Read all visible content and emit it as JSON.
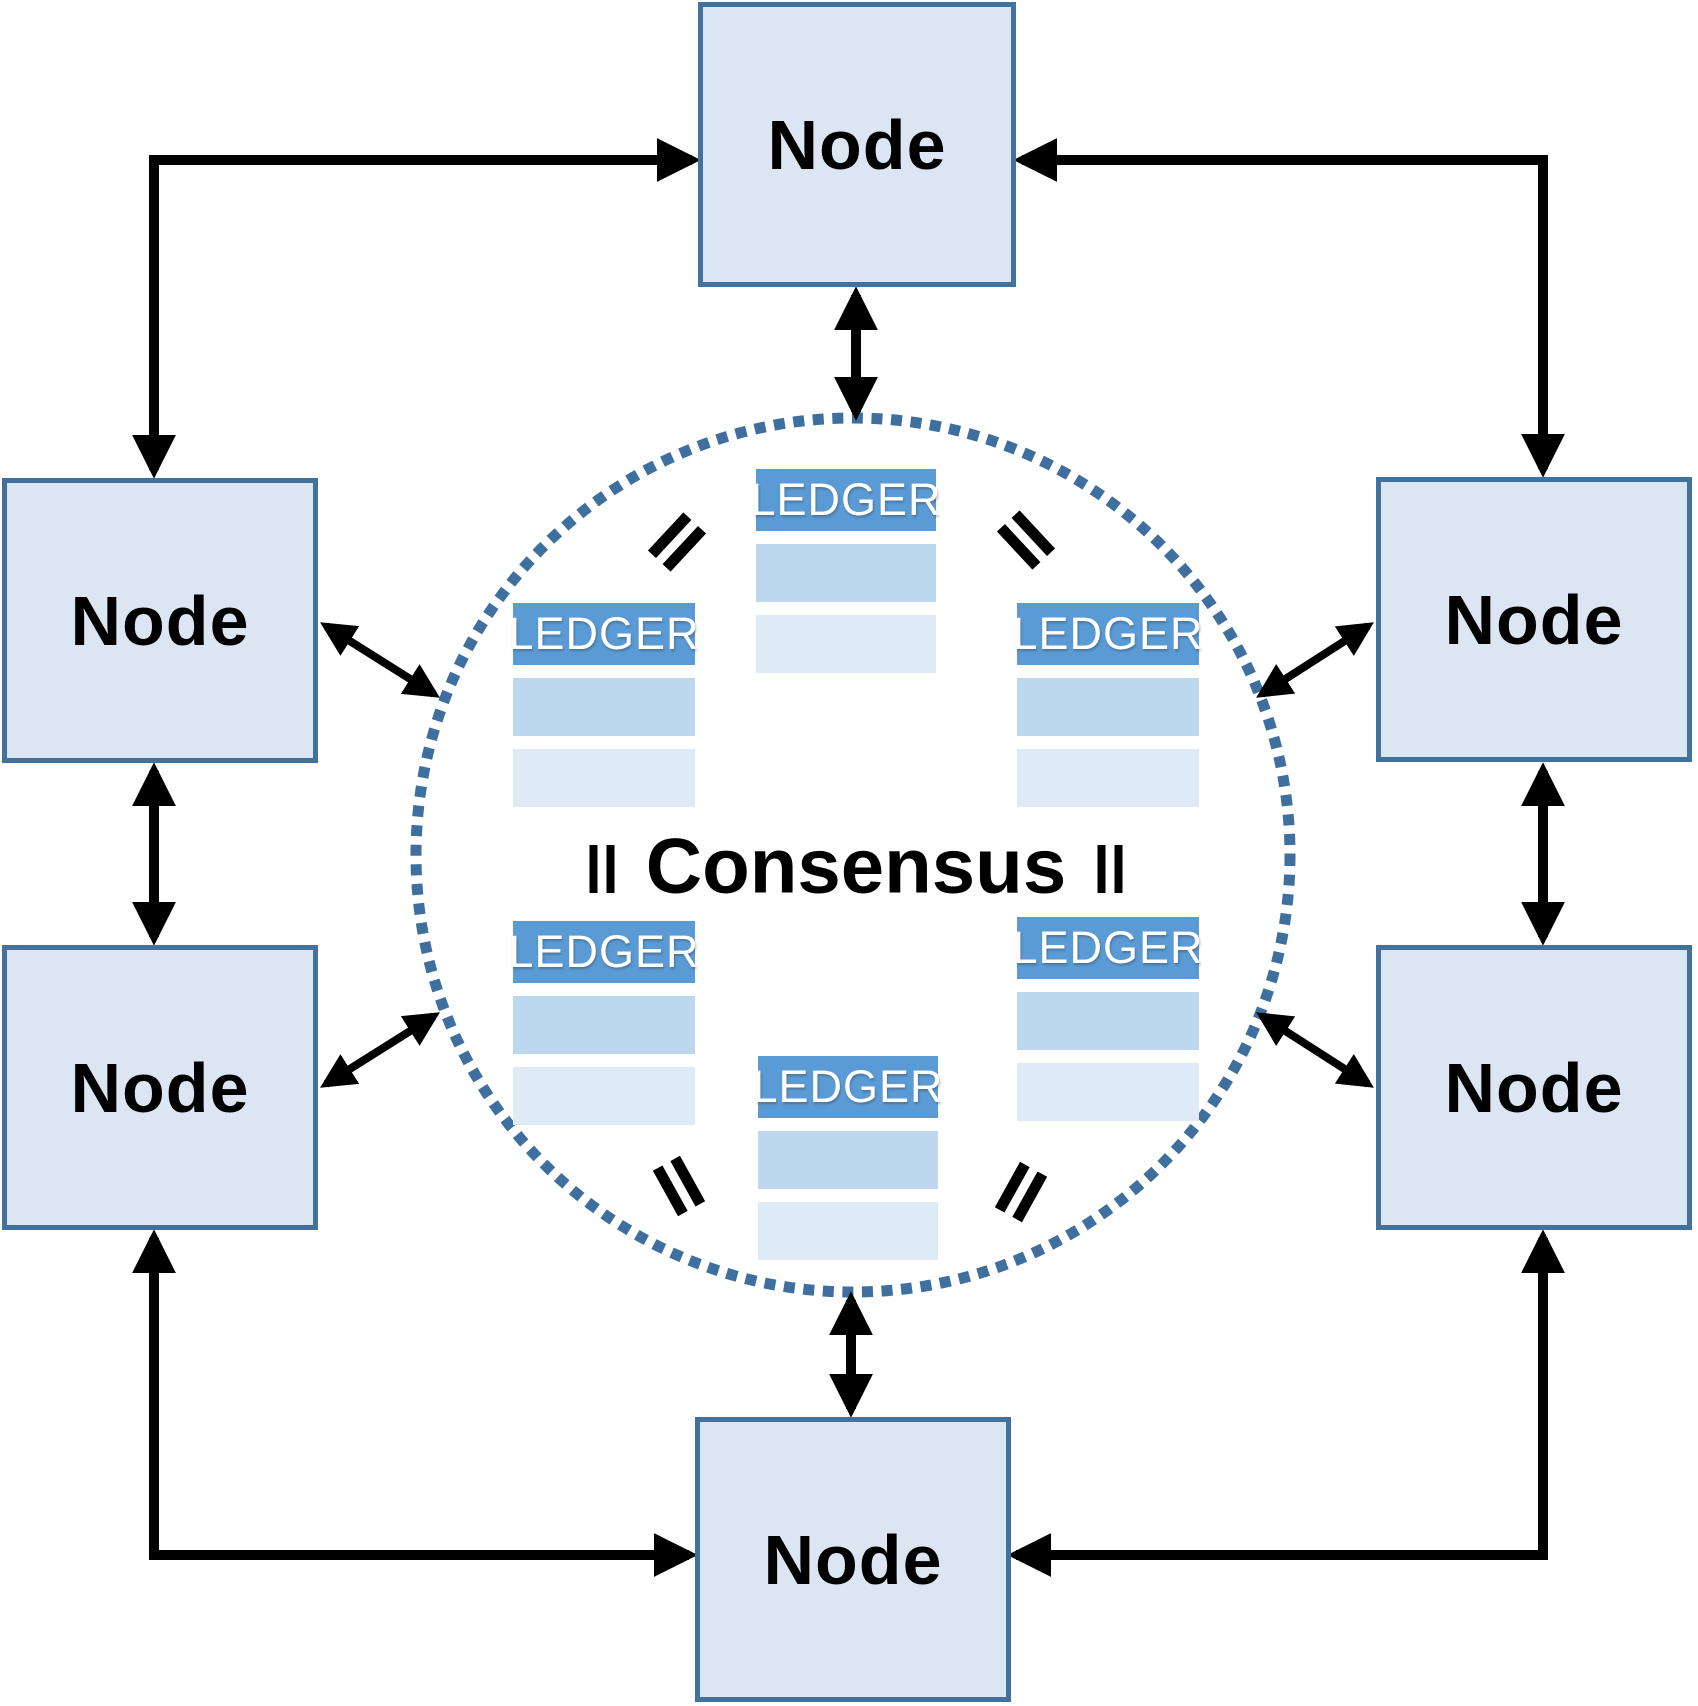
{
  "consensus_circle": {
    "label": "Consensus"
  },
  "nodes": [
    {
      "position": "top",
      "label": "Node"
    },
    {
      "position": "upper-left",
      "label": "Node"
    },
    {
      "position": "upper-right",
      "label": "Node"
    },
    {
      "position": "lower-left",
      "label": "Node"
    },
    {
      "position": "lower-right",
      "label": "Node"
    },
    {
      "position": "bottom",
      "label": "Node"
    }
  ],
  "ledgers": [
    {
      "position": "top",
      "header": "LEDGER",
      "rows": 2
    },
    {
      "position": "upper-left",
      "header": "LEDGER",
      "rows": 2
    },
    {
      "position": "upper-right",
      "header": "LEDGER",
      "rows": 2
    },
    {
      "position": "lower-left",
      "header": "LEDGER",
      "rows": 2
    },
    {
      "position": "lower-right",
      "header": "LEDGER",
      "rows": 2
    },
    {
      "position": "bottom",
      "header": "LEDGER",
      "rows": 2
    }
  ],
  "icons": {
    "equals_signs": [
      "upper-left",
      "upper-right",
      "middle-left",
      "middle-right",
      "lower-left",
      "lower-right"
    ],
    "arrows": [
      "corner-L-connectors x4 double-headed",
      "node-to-circle double arrows x8"
    ]
  },
  "colors": {
    "canvas": "#ffffff",
    "node_fill": "#dce6f2",
    "node_border": "#41719c",
    "ledger_header": "#5b9bd5",
    "ledger_row_medium": "#bdd7ee",
    "ledger_row_light": "#deeaf6",
    "circle_dots": "#3e6f9f",
    "arrows": "#000000",
    "ledger_text": "#ffffff",
    "label_text": "#000000"
  }
}
